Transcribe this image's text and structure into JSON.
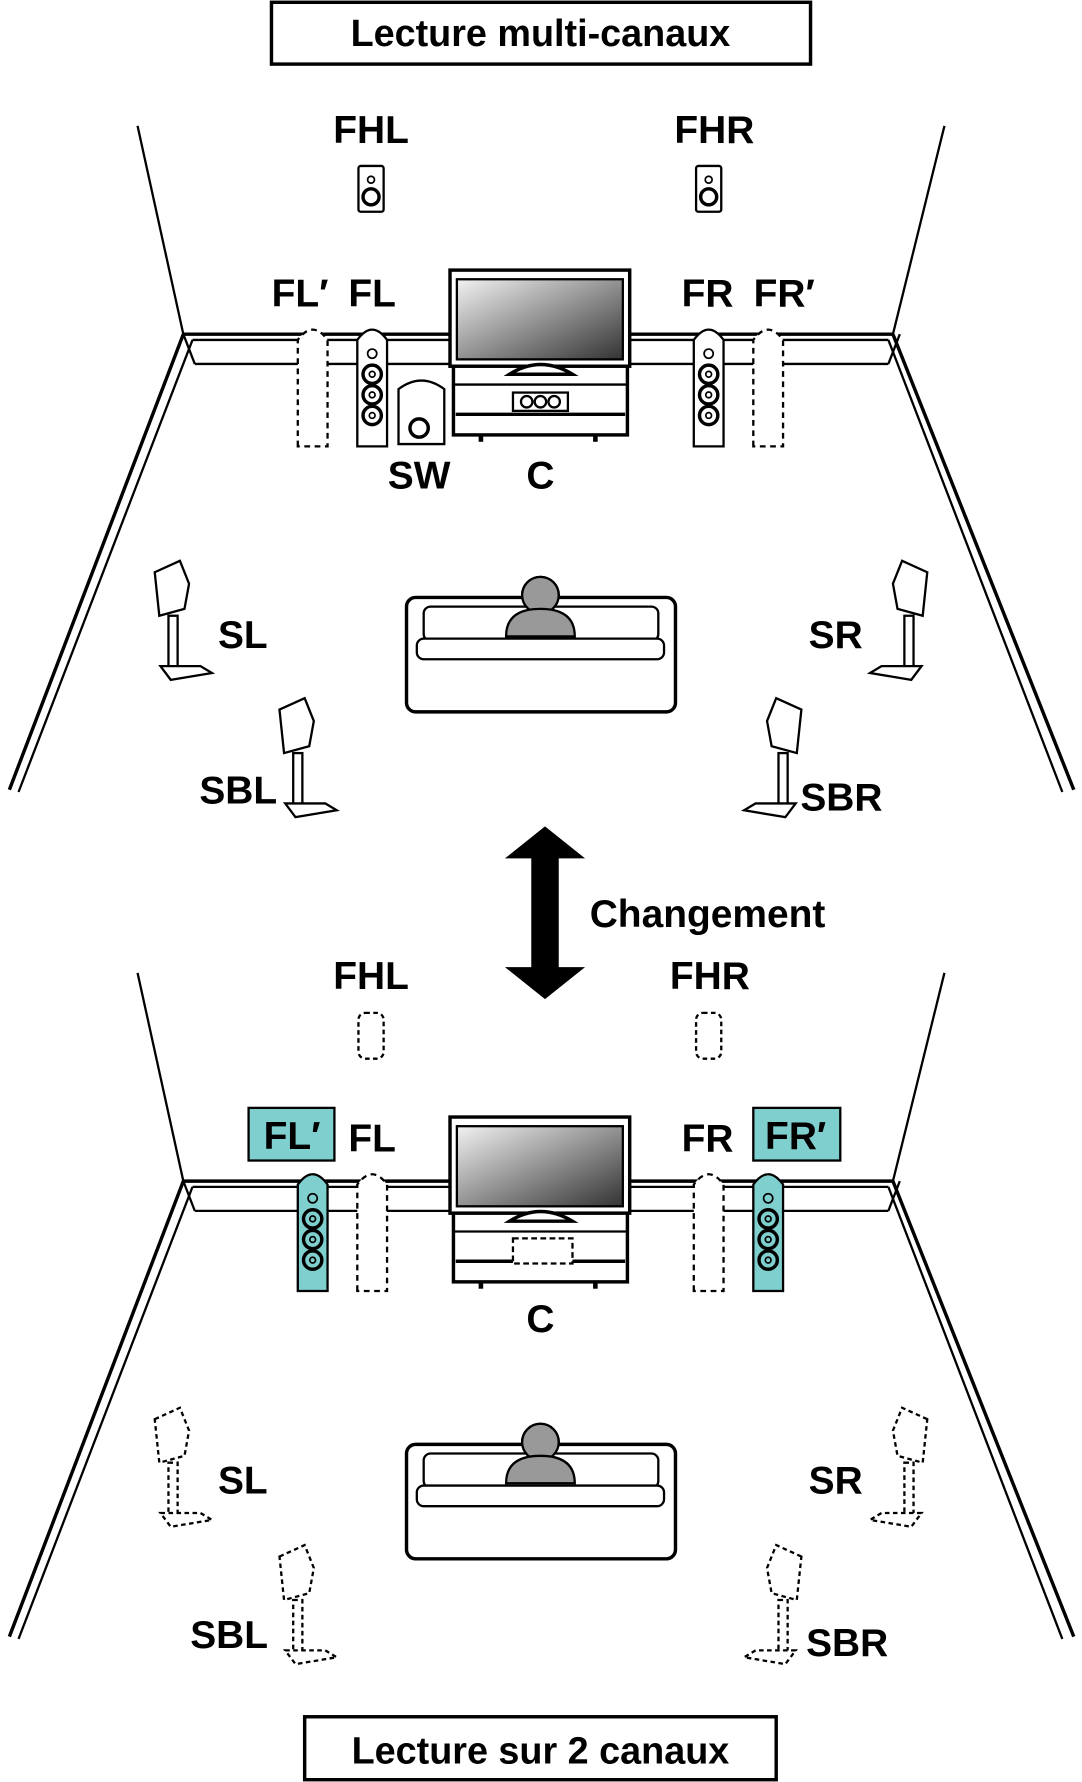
{
  "colors": {
    "highlight": "#7fcfcf",
    "line": "#000000",
    "background": "#ffffff"
  },
  "top": {
    "title": "Lecture multi-canaux",
    "labels": {
      "fhl": "FHL",
      "fhr": "FHR",
      "fl_prime": "FL′",
      "fl": "FL",
      "fr": "FR",
      "fr_prime": "FR′",
      "sw": "SW",
      "c": "C",
      "sl": "SL",
      "sr": "SR",
      "sbl": "SBL",
      "sbr": "SBR"
    }
  },
  "switch_label": "Changement",
  "bottom": {
    "title": "Lecture sur 2 canaux",
    "labels": {
      "fhl": "FHL",
      "fhr": "FHR",
      "fl_prime": "FL′",
      "fl": "FL",
      "fr": "FR",
      "fr_prime": "FR′",
      "c": "C",
      "sl": "SL",
      "sr": "SR",
      "sbl": "SBL",
      "sbr": "SBR"
    }
  }
}
